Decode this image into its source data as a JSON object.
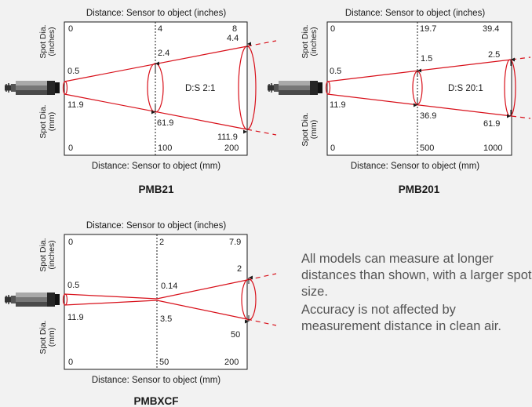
{
  "colors": {
    "beam": "#d8101a",
    "frame": "#1a1a1a",
    "grid": "#8a8a8a",
    "panel": "#ffffff",
    "background": "#f2f2f2"
  },
  "icons": {
    "sensor": "pyrometer-sensor-icon"
  },
  "diagrams": [
    {
      "title": "PMB21",
      "top_axis_label": "Distance: Sensor to object (inches)",
      "bottom_axis_label": "Distance: Sensor to object (mm)",
      "left_label_top_line1": "Spot Dia.",
      "left_label_top_line2": "(inches)",
      "left_label_bottom_line1": "Spot Dia.",
      "left_label_bottom_line2": "(mm)",
      "dist_inches": [
        "0",
        "4",
        "8"
      ],
      "dist_mm": [
        "0",
        "100",
        "200"
      ],
      "spot_inches": [
        "0.5",
        "2.4",
        "4.4"
      ],
      "spot_mm": [
        "11.9",
        "61.9",
        "111.9"
      ],
      "ratio": "D:S 2:1"
    },
    {
      "title": "PMB201",
      "top_axis_label": "Distance: Sensor to object (inches)",
      "bottom_axis_label": "Distance: Sensor to object (mm)",
      "left_label_top_line1": "Spot Dia.",
      "left_label_top_line2": "(inches)",
      "left_label_bottom_line1": "Spot Dia.",
      "left_label_bottom_line2": "(mm)",
      "dist_inches": [
        "0",
        "19.7",
        "39.4"
      ],
      "dist_mm": [
        "0",
        "500",
        "1000"
      ],
      "spot_inches": [
        "0.5",
        "1.5",
        "2.5"
      ],
      "spot_mm": [
        "11.9",
        "36.9",
        "61.9"
      ],
      "ratio": "D:S 20:1"
    },
    {
      "title": "PMBXCF",
      "top_axis_label": "Distance: Sensor to object (inches)",
      "bottom_axis_label": "Distance: Sensor to object (mm)",
      "left_label_top_line1": "Spot Dia.",
      "left_label_top_line2": "(inches)",
      "left_label_bottom_line1": "Spot Dia.",
      "left_label_bottom_line2": "(mm)",
      "dist_inches": [
        "0",
        "2",
        "7.9"
      ],
      "dist_mm": [
        "0",
        "50",
        "200"
      ],
      "spot_inches": [
        "0.5",
        "0.14",
        "2"
      ],
      "spot_mm": [
        "11.9",
        "3.5",
        "50"
      ],
      "ratio": ""
    }
  ],
  "notes": [
    "All models can measure at longer distances than shown, with a larger spot size.",
    "Accuracy is not affected by measurement distance in clean air."
  ]
}
